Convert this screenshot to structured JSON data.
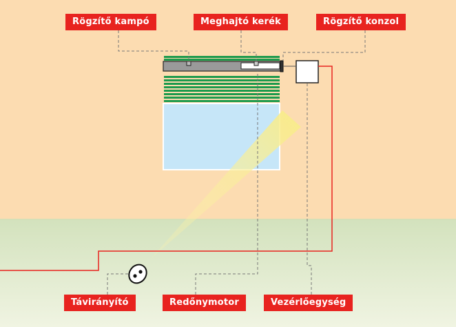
{
  "labels": {
    "fixing_hook": "Rögzítő kampó",
    "drive_wheel": "Meghajtó kerék",
    "fixing_bracket": "Rögzítő konzol",
    "remote": "Távirányító",
    "motor": "Redőnymotor",
    "control_unit": "Vezérlőegység"
  },
  "colors": {
    "wall": "#fcdcb1",
    "floor": "#d9e6c6",
    "label_bg": "#e8231f",
    "shutter": "#1c9a4c",
    "window": "#c6e6f8",
    "wire": "#e8231f",
    "beam": "#fbf0a8"
  }
}
